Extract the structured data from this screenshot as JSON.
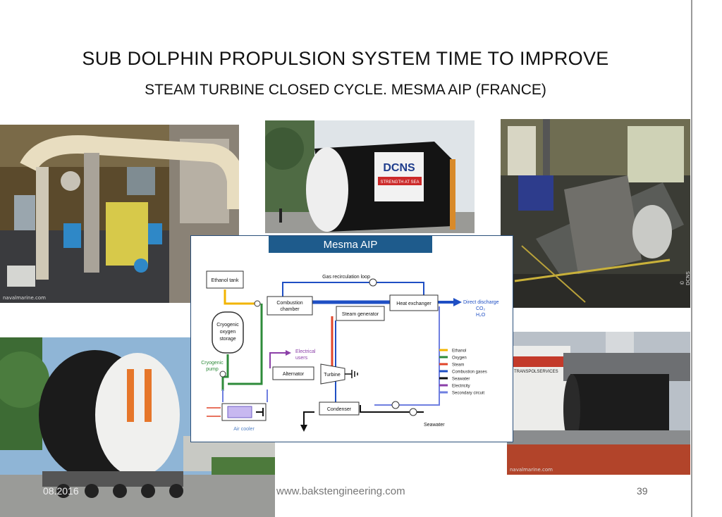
{
  "slide": {
    "title": "SUB DOLPHIN PROPULSION SYSTEM TIME TO IMPROVE",
    "subtitle": "STEAM TURBINE CLOSED CYCLE. MESMA AIP (FRANCE)"
  },
  "photos": {
    "engine_room_caption": "navalmarine.com",
    "dcns_hull_text": "DCNS",
    "dcns_slogan": "STRENGTH AT SEA",
    "workshop_caption": "© DCNS",
    "barge_caption": "navalmarine.com",
    "barge_ship_text": "TRANSPOLSERVICES"
  },
  "diagram": {
    "header": "Mesma AIP",
    "labels": {
      "ethanol_tank": "Ethanol tank",
      "gas_loop": "Gas recirculation loop",
      "combustion_1": "Combustion",
      "combustion_2": "chamber",
      "heat_exchanger": "Heat exchanger",
      "direct_discharge_1": "Direct discharge",
      "direct_discharge_2": "CO₂",
      "direct_discharge_3": "H₂O",
      "steam_generator": "Steam generator",
      "cryo_1": "Cryogenic",
      "cryo_2": "oxygen",
      "cryo_3": "storage",
      "electrical_users_1": "Electrical",
      "electrical_users_2": "users",
      "cryo_pump_1": "Cryogenic",
      "cryo_pump_2": "pump",
      "alternator": "Alternator",
      "turbine": "Turbine",
      "condenser": "Condenser",
      "seawater": "Seawater",
      "air_cooler": "Air cooler"
    },
    "legend": [
      {
        "label": "Ethanol",
        "color": "#f2b400"
      },
      {
        "label": "Oxygen",
        "color": "#2e8b3a"
      },
      {
        "label": "Steam",
        "color": "#e0452a"
      },
      {
        "label": "Combustion gases",
        "color": "#1f4fc4"
      },
      {
        "label": "Seawater",
        "color": "#111111"
      },
      {
        "label": "Electricity",
        "color": "#8b3fa8"
      },
      {
        "label": "Secondary circuit",
        "color": "#6f7fe0"
      }
    ]
  },
  "footer": {
    "date": "08.2016",
    "url": "www.bakstengineering.com",
    "page": "39"
  }
}
